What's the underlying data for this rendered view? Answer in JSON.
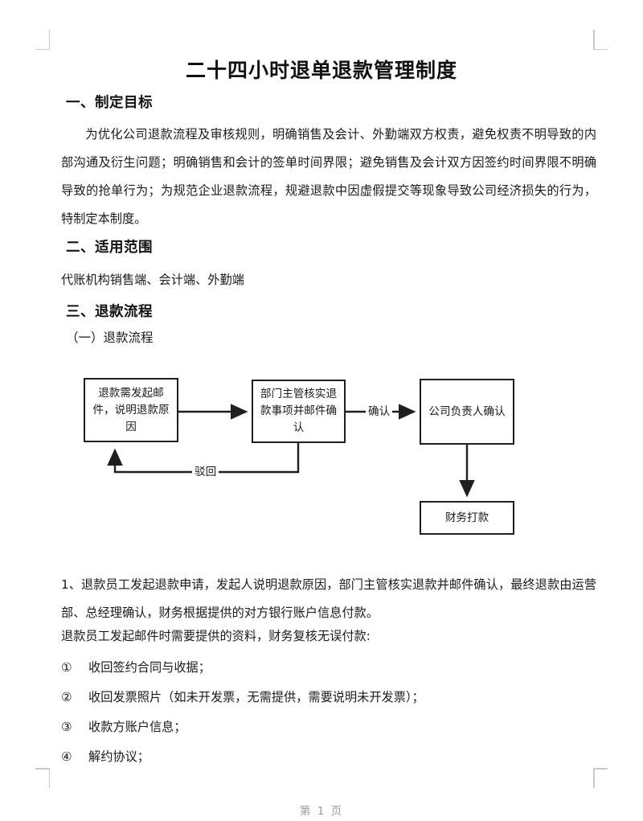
{
  "document": {
    "title": "二十四小时退单退款管理制度",
    "footer": "第 1 页"
  },
  "sections": [
    {
      "heading": "一、制定目标",
      "body": "为优化公司退款流程及审核规则，明确销售及会计、外勤端双方权责，避免权责不明导致的内部沟通及衍生问题；明确销售和会计的签单时间界限；避免销售及会计双方因签约时间界限不明确导致的抢单行为；为规范企业退款流程，规避退款中因虚假提交等现象导致公司经济损失的行为，特制定本制度。"
    },
    {
      "heading": "二、适用范围",
      "body": "代账机构销售端、会计端、外勤端"
    },
    {
      "heading": "三、退款流程",
      "subheading": "（一）退款流程"
    }
  ],
  "flowchart": {
    "nodes": [
      {
        "id": "n1",
        "label": "退款需发起邮件，说明退款原因"
      },
      {
        "id": "n2",
        "label": "部门主管核实退款事项并邮件确认"
      },
      {
        "id": "n3",
        "label": "公司负责人确认"
      },
      {
        "id": "n4",
        "label": "财务打款"
      }
    ],
    "edge_labels": {
      "confirm": "确认",
      "reject": "驳回"
    }
  },
  "body_paragraphs": [
    "1、退款员工发起退款申请，发起人说明退款原因，部门主管核实退款并邮件确认，最终退款由运营部、总经理确认，财务根据提供的对方银行账户信息付款。",
    "退款员工发起邮件时需要提供的资料，财务复核无误付款:"
  ],
  "numbered_items": [
    {
      "num": "①",
      "text": "收回签约合同与收据；"
    },
    {
      "num": "②",
      "text": "收回发票照片（如未开发票，无需提供，需要说明未开发票）；"
    },
    {
      "num": "③",
      "text": "收款方账户信息；"
    },
    {
      "num": "④",
      "text": "解约协议；"
    }
  ]
}
